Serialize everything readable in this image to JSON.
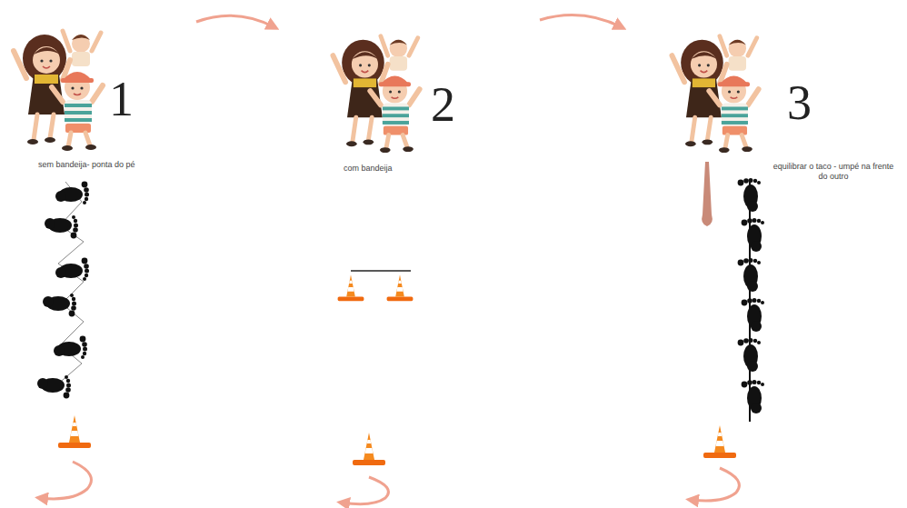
{
  "diagram": {
    "labels": [
      "1",
      "sem bandeija- ponta do pé",
      "2",
      "com bandeija",
      "3",
      "equilibrar o taco - umpé na frente do outro"
    ]
  }
}
